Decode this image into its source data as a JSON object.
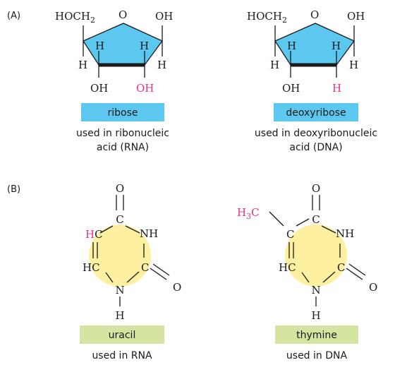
{
  "panel_a": {
    "label": "(A)",
    "ribose": {
      "hoch2": "HOCH",
      "sub2": "2",
      "o": "O",
      "oh_right": "OH",
      "h_left_up": "H",
      "h_right_up": "H",
      "h_left_down": "H",
      "h_right_down": "H",
      "oh_bottom_left": "OH",
      "oh_bottom_right": "OH",
      "name": "ribose",
      "caption_line1": "used in ribonucleic",
      "caption_line2": "acid (RNA)"
    },
    "deoxyribose": {
      "hoch2": "HOCH",
      "sub2": "2",
      "o": "O",
      "oh_right": "OH",
      "h_left_up": "H",
      "h_right_up": "H",
      "h_left_down": "H",
      "h_right_down": "H",
      "oh_bottom_left": "OH",
      "h_bottom_right": "H",
      "name": "deoxyribose",
      "caption_line1": "used in deoxyribonucleic",
      "caption_line2": "acid (DNA)"
    }
  },
  "panel_b": {
    "label": "(B)",
    "uracil": {
      "o_top": "O",
      "c_top": "C",
      "nh": "NH",
      "hc_top": "HC",
      "hc_top_h": "H",
      "hc_top_c": "C",
      "hc_bottom": "HC",
      "c_right": "C",
      "o_right": "O",
      "n": "N",
      "h_bottom": "H",
      "name": "uracil",
      "caption": "used in RNA"
    },
    "thymine": {
      "h3c_h": "H",
      "h3c_sub": "3",
      "h3c_c": "C",
      "o_top": "O",
      "c_top": "C",
      "c_left": "C",
      "nh": "NH",
      "hc_bottom": "HC",
      "c_right": "C",
      "o_right": "O",
      "n": "N",
      "h_bottom": "H",
      "name": "thymine",
      "caption": "used in DNA"
    }
  },
  "colors": {
    "sugar_ring": "#5cc8ef",
    "base_ring": "#fdf0a0",
    "base_label_box": "#d6e4a2",
    "highlight": "#e8318a"
  }
}
